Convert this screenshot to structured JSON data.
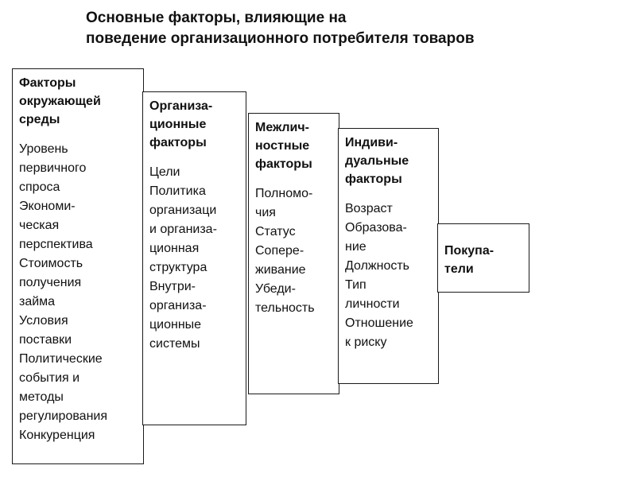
{
  "title": {
    "line1": "Основные факторы, влияющие на",
    "line2": "поведение организационного потребителя товаров"
  },
  "boxes": [
    {
      "heading": "Факторы\nокружающей\nсреды",
      "items": [
        "Уровень\nпервичного\nспроса",
        "Экономи-\nческая\nперспектива",
        "Стоимость\nполучения\nзайма",
        "Условия\nпоставки",
        "Политические\nсобытия и\nметоды\nрегулирования",
        "Конкуренция"
      ]
    },
    {
      "heading": "Организа-\nционные\nфакторы",
      "items": [
        "Цели",
        "Политика\nорганизаци\nи организа-\nционная\nструктура",
        "Внутри-\nорганиза-\nционные\nсистемы"
      ]
    },
    {
      "heading": "Межлич-\nностные\nфакторы",
      "items": [
        "Полномо-\nчия",
        "Статус",
        "Сопере-\nживание",
        "Убеди-\nтельность"
      ]
    },
    {
      "heading": "Индиви-\nдуальные\nфакторы",
      "items": [
        "Возраст",
        "Образова-\nние",
        "Должность",
        "Тип\nличности",
        "Отношение\nк риску"
      ]
    },
    {
      "heading": "Покупа-\nтели",
      "items": []
    }
  ]
}
